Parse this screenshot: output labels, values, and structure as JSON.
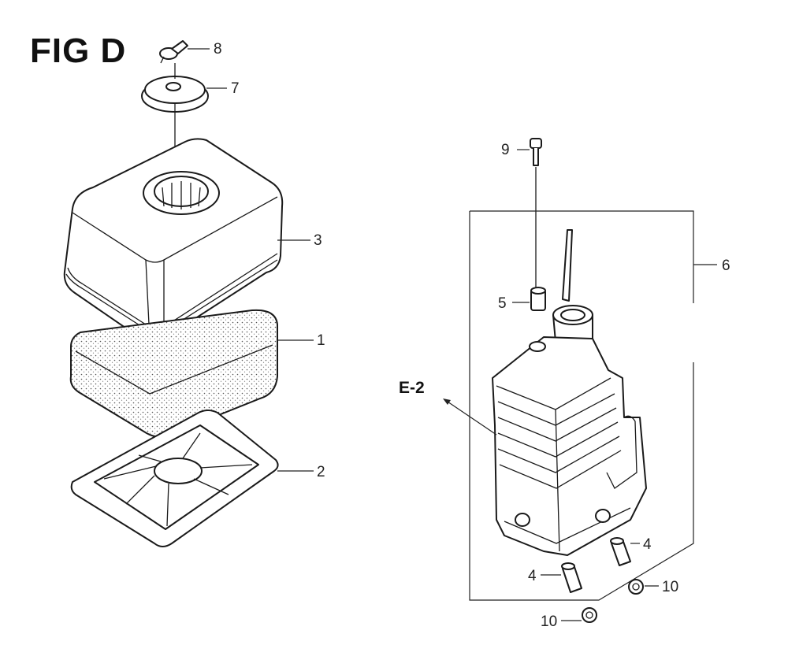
{
  "figure": {
    "title": "FIG D",
    "reference_label": "E-2",
    "callouts": {
      "p1": "1",
      "p2": "2",
      "p3": "3",
      "p4a": "4",
      "p4b": "4",
      "p5": "5",
      "p6": "6",
      "p7": "7",
      "p8": "8",
      "p9": "9",
      "p10a": "10",
      "p10b": "10"
    }
  }
}
